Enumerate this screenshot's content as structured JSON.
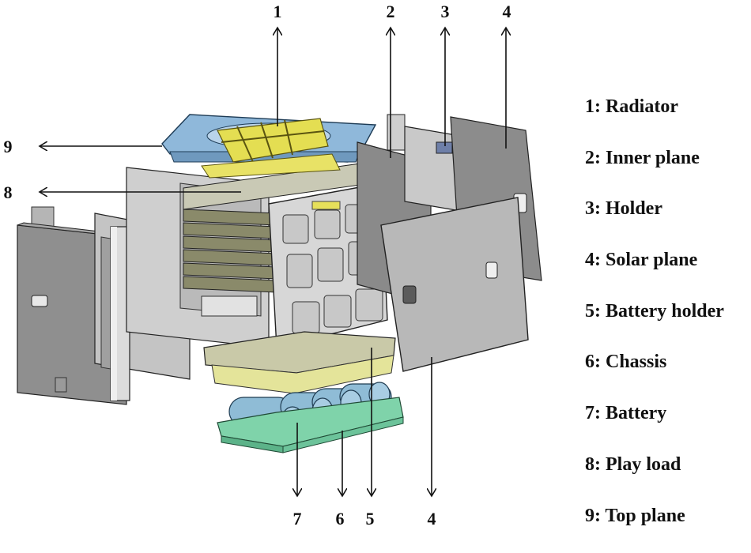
{
  "callouts": {
    "top": [
      "1",
      "2",
      "3",
      "4"
    ],
    "left": [
      "9",
      "8"
    ],
    "bottom": [
      "7",
      "6",
      "5",
      "4"
    ]
  },
  "legend": [
    "1: Radiator",
    "2: Inner plane",
    "3: Holder",
    "4: Solar plane",
    "5: Battery holder",
    "6: Chassis",
    "7: Battery",
    "8: Play load",
    "9: Top plane"
  ],
  "colors": {
    "panel_dark": "#8c8c8c",
    "panel_light": "#bdbdbd",
    "frame_gray": "#d9d9d9",
    "radiator_yellow": "#e6e05a",
    "top_plane_blue": "#7fb0d8",
    "battery_blue": "#8fbcd6",
    "chassis_green": "#7fd2a8",
    "battery_holder_yellow": "#d9d98a"
  }
}
